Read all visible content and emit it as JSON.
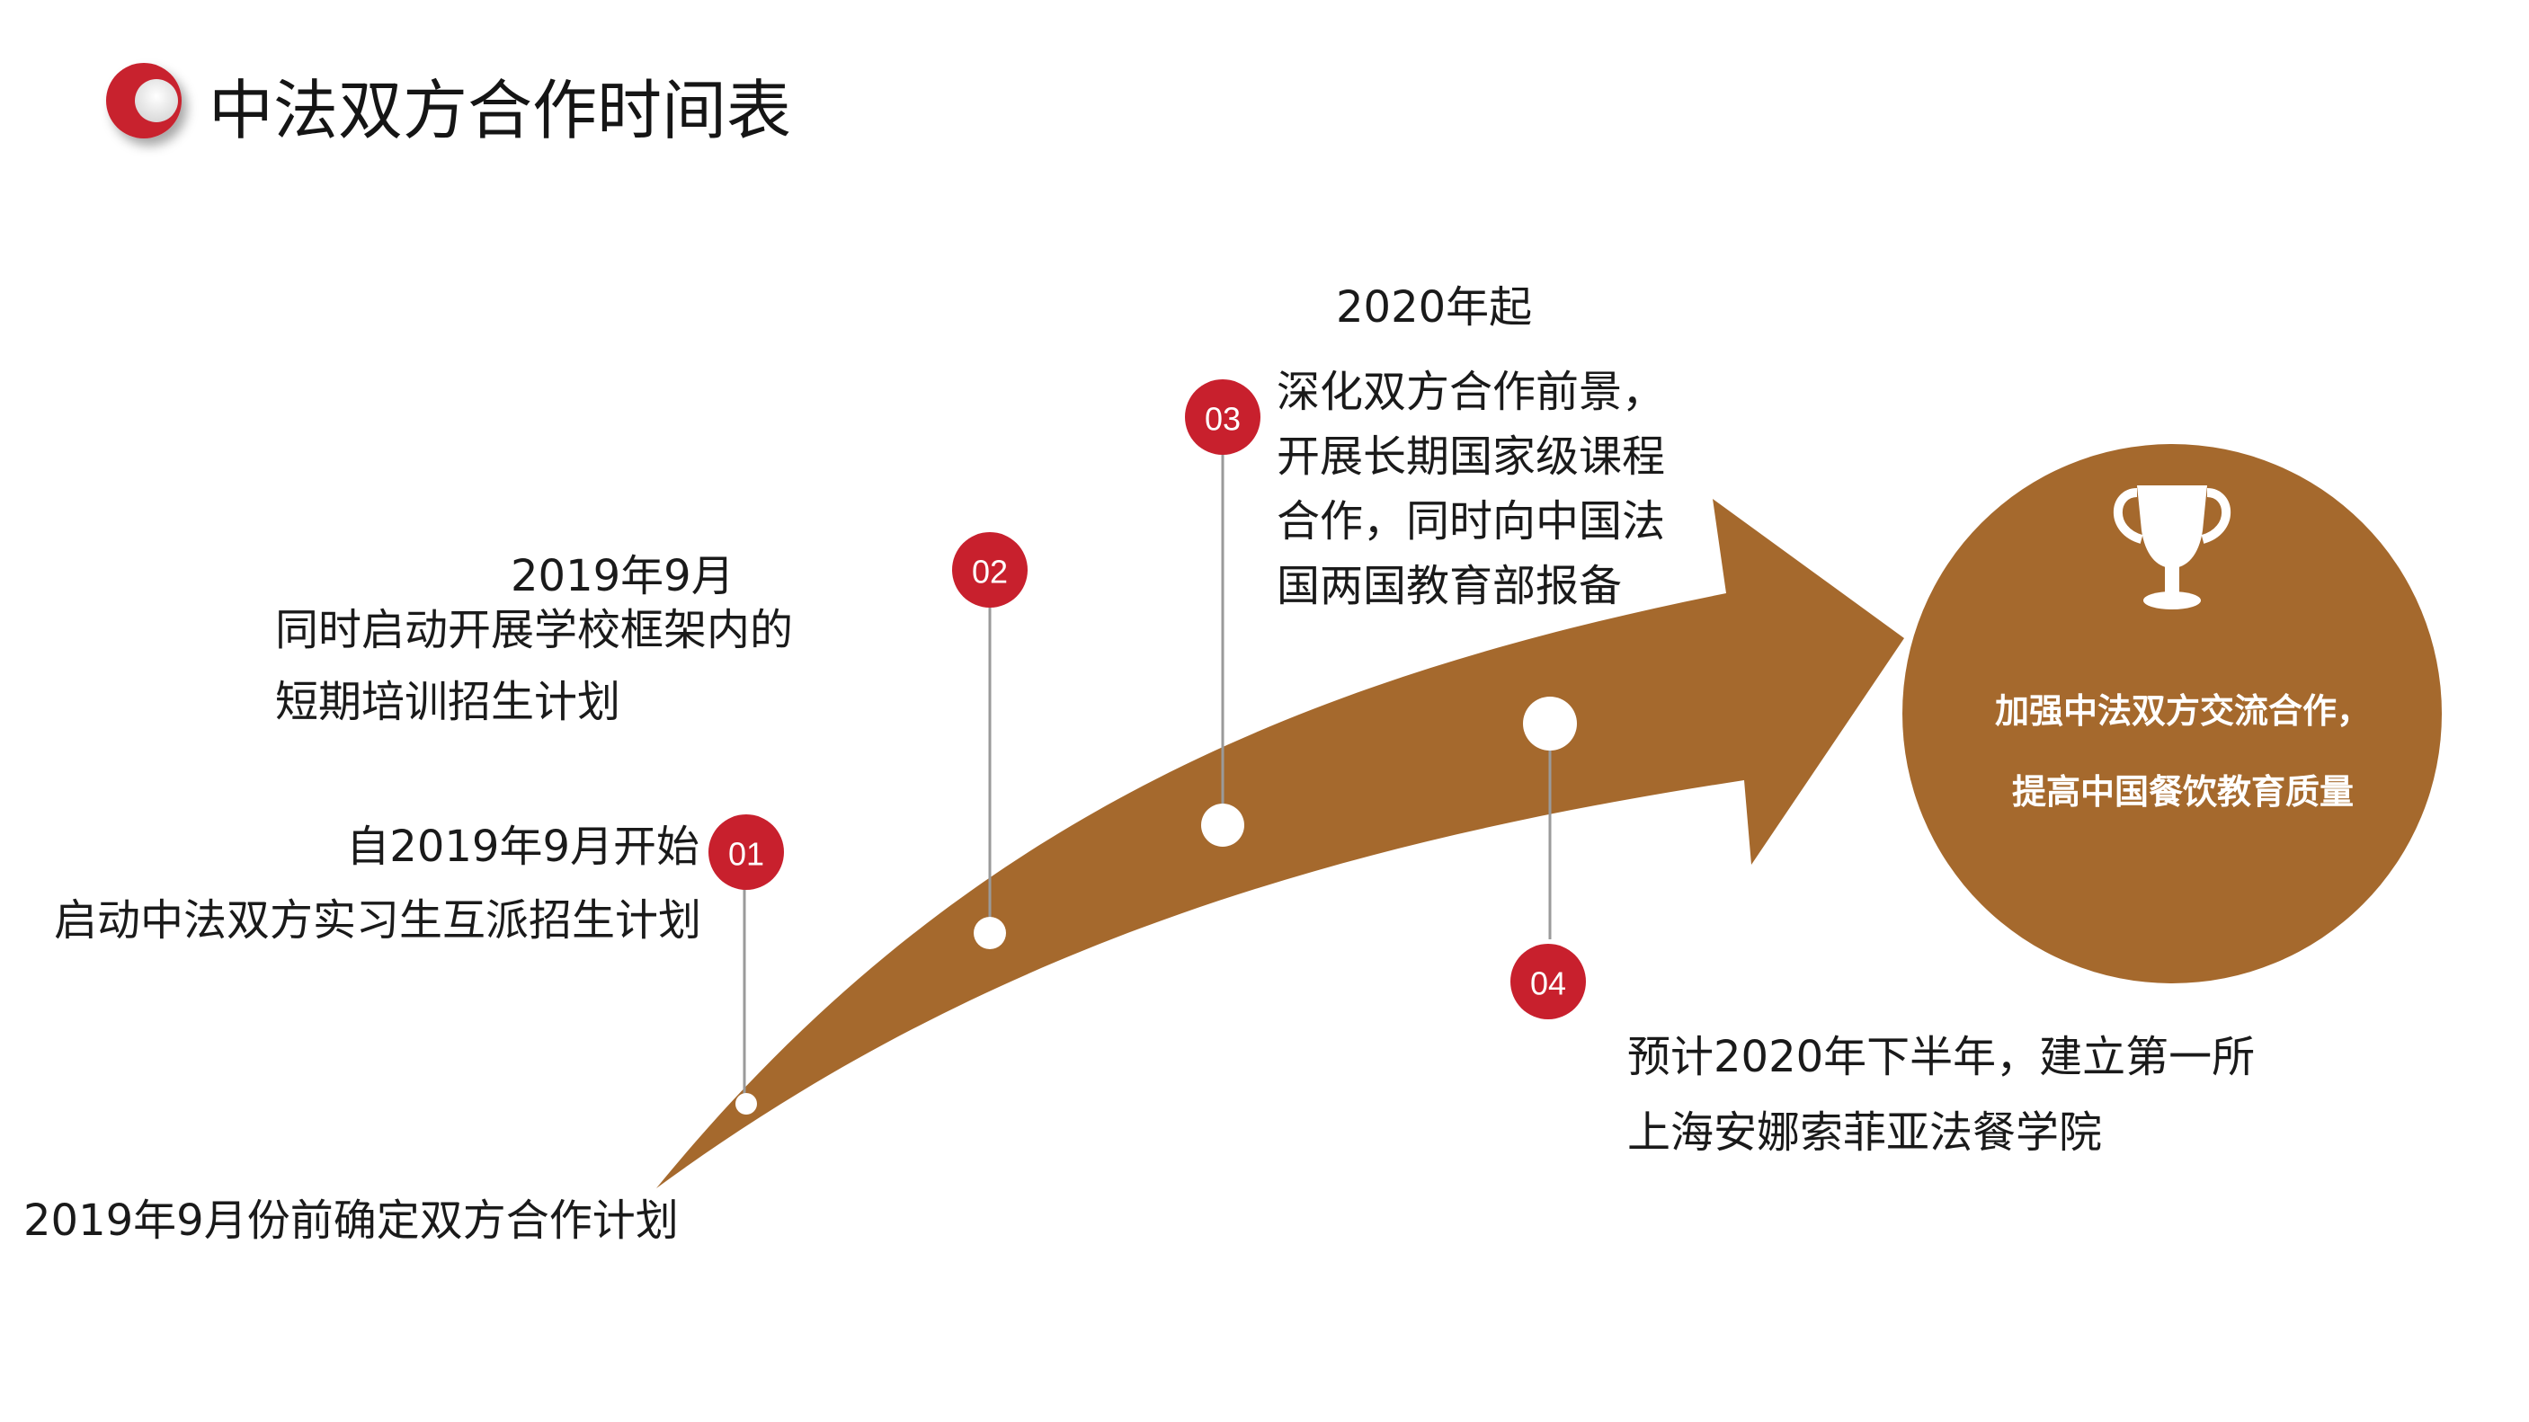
{
  "header": {
    "title": "中法双方合作时间表",
    "logo_colors": {
      "outer": "#c8202d",
      "inner": "#ffffff"
    }
  },
  "colors": {
    "arrow": "#a5692d",
    "goal_circle": "#a5692d",
    "badge": "#c8202d",
    "connector": "#9a9a9a",
    "text": "#1a1a1a"
  },
  "milestones": [
    {
      "number": "01",
      "date": "自2019年9月开始",
      "lines": [
        "启动中法双方实习生互派招生计划"
      ]
    },
    {
      "number": "02",
      "date": "2019年9月",
      "lines": [
        "同时启动开展学校框架内的",
        "短期培训招生计划"
      ]
    },
    {
      "number": "03",
      "date": "2020年起",
      "lines": [
        "深化双方合作前景，",
        "开展长期国家级课程",
        "合作，同时向中国法",
        "国两国教育部报备"
      ]
    },
    {
      "number": "04",
      "date": "",
      "lines": [
        "预计2020年下半年，建立第一所",
        "上海安娜索菲亚法餐学院"
      ]
    }
  ],
  "start_label": "2019年9月份前确定双方合作计划",
  "goal": {
    "icon": "trophy-icon",
    "lines": [
      "加强中法双方交流合作，",
      "提高中国餐饮教育质量"
    ]
  }
}
